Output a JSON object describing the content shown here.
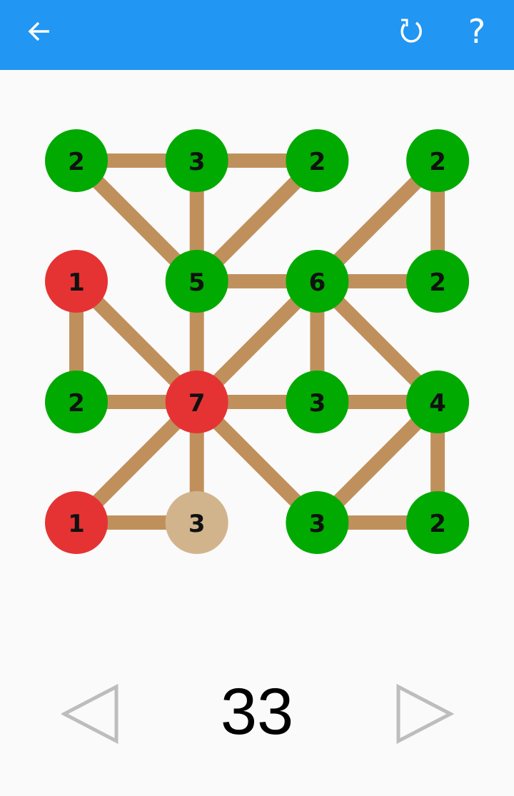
{
  "header": {
    "back_icon": "arrow-left-icon",
    "restart_icon": "restart-icon",
    "help_label": "?"
  },
  "colors": {
    "bar": "#2196f3",
    "edge": "#c0905c",
    "ok": "#00aa00",
    "bad": "#e53333",
    "pending": "#d2b48c"
  },
  "puzzle": {
    "nodes": [
      {
        "col": 0,
        "row": 0,
        "value": "2",
        "state": "ok"
      },
      {
        "col": 1,
        "row": 0,
        "value": "3",
        "state": "ok"
      },
      {
        "col": 2,
        "row": 0,
        "value": "2",
        "state": "ok"
      },
      {
        "col": 3,
        "row": 0,
        "value": "2",
        "state": "ok"
      },
      {
        "col": 0,
        "row": 1,
        "value": "1",
        "state": "bad"
      },
      {
        "col": 1,
        "row": 1,
        "value": "5",
        "state": "ok"
      },
      {
        "col": 2,
        "row": 1,
        "value": "6",
        "state": "ok"
      },
      {
        "col": 3,
        "row": 1,
        "value": "2",
        "state": "ok"
      },
      {
        "col": 0,
        "row": 2,
        "value": "2",
        "state": "ok"
      },
      {
        "col": 1,
        "row": 2,
        "value": "7",
        "state": "bad"
      },
      {
        "col": 2,
        "row": 2,
        "value": "3",
        "state": "ok"
      },
      {
        "col": 3,
        "row": 2,
        "value": "4",
        "state": "ok"
      },
      {
        "col": 0,
        "row": 3,
        "value": "1",
        "state": "bad"
      },
      {
        "col": 1,
        "row": 3,
        "value": "3",
        "state": "pending"
      },
      {
        "col": 2,
        "row": 3,
        "value": "3",
        "state": "ok"
      },
      {
        "col": 3,
        "row": 3,
        "value": "2",
        "state": "ok"
      }
    ],
    "edges": [
      [
        [
          0,
          0
        ],
        [
          1,
          0
        ]
      ],
      [
        [
          1,
          0
        ],
        [
          2,
          0
        ]
      ],
      [
        [
          0,
          0
        ],
        [
          1,
          1
        ]
      ],
      [
        [
          1,
          0
        ],
        [
          1,
          1
        ]
      ],
      [
        [
          2,
          0
        ],
        [
          1,
          1
        ]
      ],
      [
        [
          3,
          0
        ],
        [
          2,
          1
        ]
      ],
      [
        [
          3,
          0
        ],
        [
          3,
          1
        ]
      ],
      [
        [
          1,
          1
        ],
        [
          2,
          1
        ]
      ],
      [
        [
          2,
          1
        ],
        [
          3,
          1
        ]
      ],
      [
        [
          0,
          1
        ],
        [
          0,
          2
        ]
      ],
      [
        [
          0,
          1
        ],
        [
          1,
          2
        ]
      ],
      [
        [
          1,
          1
        ],
        [
          1,
          2
        ]
      ],
      [
        [
          2,
          1
        ],
        [
          1,
          2
        ]
      ],
      [
        [
          2,
          1
        ],
        [
          2,
          2
        ]
      ],
      [
        [
          2,
          1
        ],
        [
          3,
          2
        ]
      ],
      [
        [
          0,
          2
        ],
        [
          1,
          2
        ]
      ],
      [
        [
          1,
          2
        ],
        [
          2,
          2
        ]
      ],
      [
        [
          2,
          2
        ],
        [
          3,
          2
        ]
      ],
      [
        [
          1,
          2
        ],
        [
          0,
          3
        ]
      ],
      [
        [
          1,
          2
        ],
        [
          1,
          3
        ]
      ],
      [
        [
          1,
          2
        ],
        [
          2,
          3
        ]
      ],
      [
        [
          0,
          3
        ],
        [
          1,
          3
        ]
      ],
      [
        [
          3,
          2
        ],
        [
          2,
          3
        ]
      ],
      [
        [
          3,
          2
        ],
        [
          3,
          3
        ]
      ],
      [
        [
          2,
          3
        ],
        [
          3,
          3
        ]
      ]
    ]
  },
  "footer": {
    "level": "33",
    "prev_icon": "triangle-left-icon",
    "next_icon": "triangle-right-icon"
  }
}
